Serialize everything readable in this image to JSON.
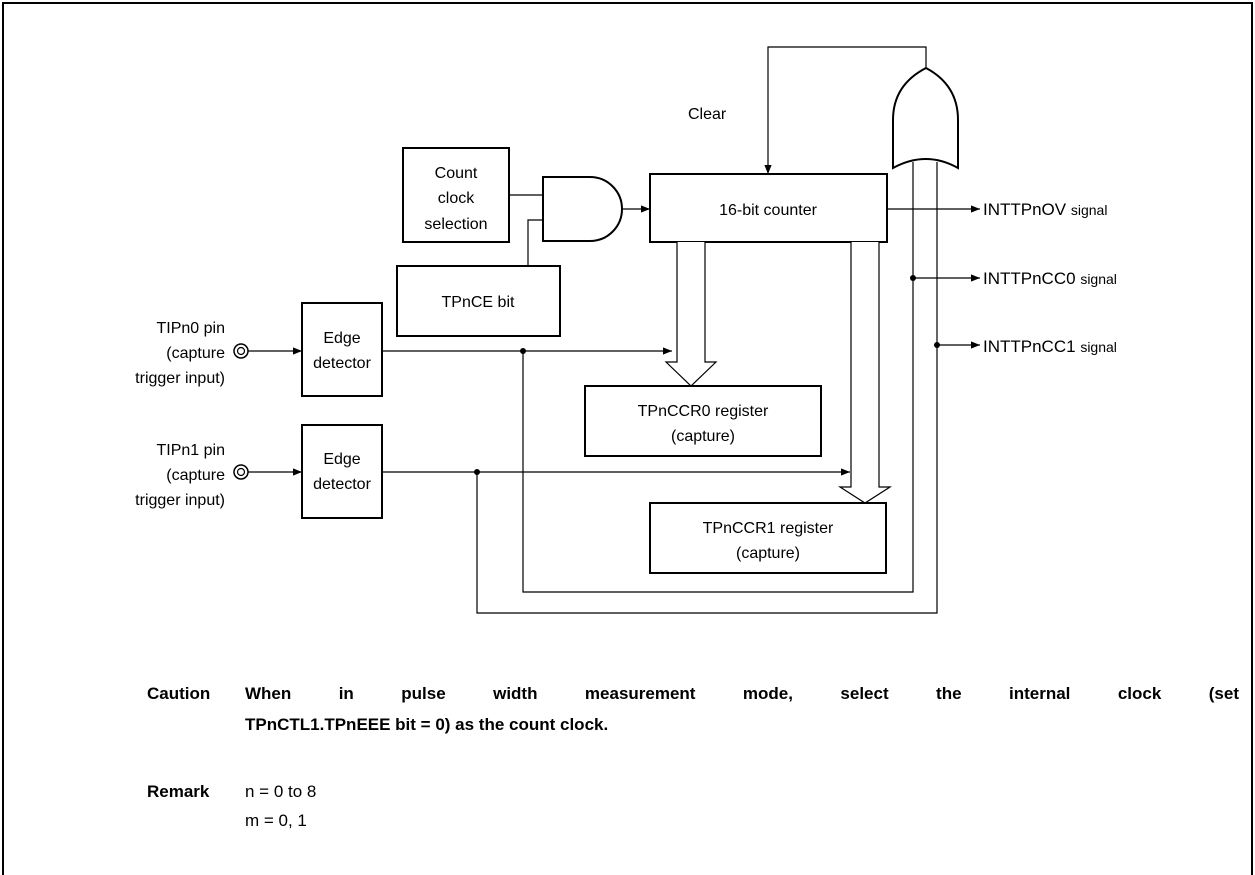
{
  "diagram": {
    "blocks": {
      "count_clock_line1": "Count",
      "count_clock_line2": "clock",
      "count_clock_line3": "selection",
      "tpnce_bit": "TPnCE bit",
      "counter": "16-bit counter",
      "edge1_line1": "Edge",
      "edge1_line2": "detector",
      "edge2_line1": "Edge",
      "edge2_line2": "detector",
      "ccr0_line1": "TPnCCR0 register",
      "ccr0_line2": "(capture)",
      "ccr1_line1": "TPnCCR1 register",
      "ccr1_line2": "(capture)"
    },
    "labels": {
      "clear": "Clear",
      "tip0_line1": "TIPn0 pin",
      "tip0_line2": "(capture",
      "tip0_line3": "trigger input)",
      "tip1_line1": "TIPn1 pin",
      "tip1_line2": "(capture",
      "tip1_line3": "trigger input)"
    },
    "outputs": {
      "ov_name": "INTTPnOV",
      "ov_suffix": "signal",
      "cc0_name": "INTTPnCC0",
      "cc0_suffix": "signal",
      "cc1_name": "INTTPnCC1",
      "cc1_suffix": "signal"
    }
  },
  "notes": {
    "caution_head": "Caution",
    "caution_line1": "When in pulse width measurement mode, select the internal clock (set",
    "caution_line2": "TPnCTL1.TPnEEE bit = 0) as the count clock.",
    "remark_head": "Remark",
    "remark_line1": "n = 0 to 8",
    "remark_line2": "m = 0, 1"
  }
}
